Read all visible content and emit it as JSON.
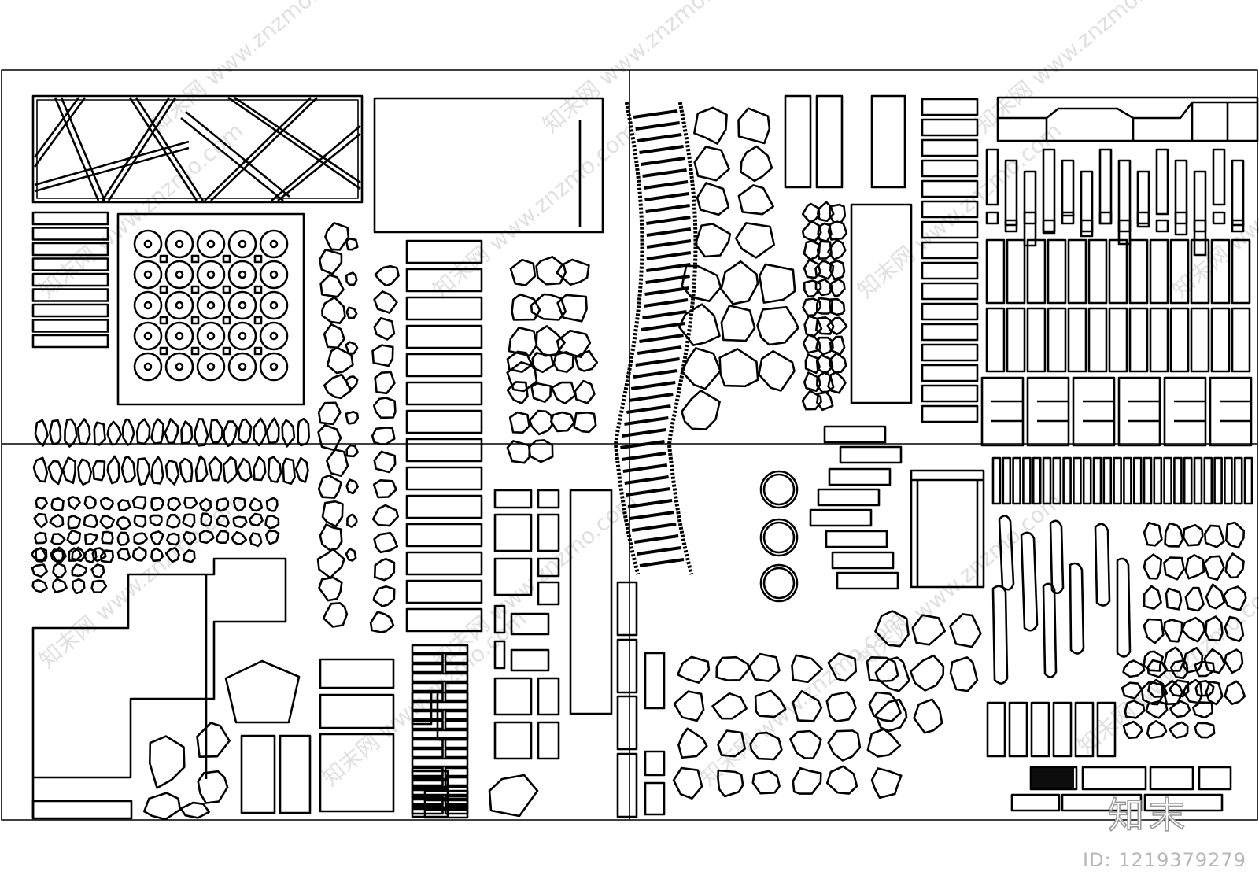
{
  "watermark": {
    "logo_text": "知末",
    "id_text": "ID: 1219379279",
    "site_text": "知末网 www.znzmo.com"
  },
  "colors": {
    "line": "#000000",
    "paper": "#ffffff",
    "watermark": "#c8c8c8"
  },
  "legend": {}
}
